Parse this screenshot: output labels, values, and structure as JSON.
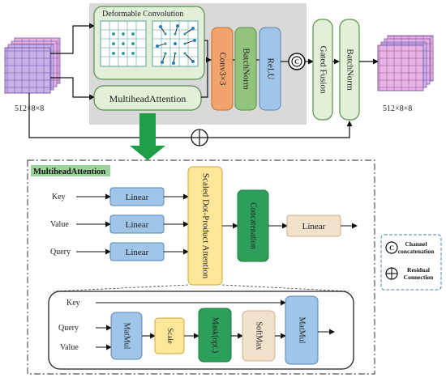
{
  "top": {
    "deformable_title": "Deformable Convolution",
    "mha_block": "MultiheadAttention",
    "conv": "Conv3×3",
    "batchnorm": "BatchNorm",
    "relu": "ReLU",
    "concat_symbol": "C",
    "gated_fusion": "Gated Fusion",
    "batchnorm_out": "BatchNorm",
    "input_dim": "512×8×8",
    "output_dim": "512×8×8"
  },
  "mha": {
    "title": "MultiheadAttention",
    "key": "Key",
    "value": "Value",
    "query": "Query",
    "linear": "Linear",
    "sdpa": "Scaled Dot-Product Attention",
    "concatenation": "Concatenation",
    "linear_out": "Linear"
  },
  "sdpa_detail": {
    "key": "Key",
    "query": "Query",
    "value": "Value",
    "matmul1": "MatMul",
    "scale": "Scale",
    "mask": "Mask(opt.)",
    "softmax": "SoftMax",
    "matmul2": "MatMul"
  },
  "legend": {
    "channel_symbol": "C",
    "channel_line1": "Channel",
    "channel_line2": "concatenation",
    "residual_line1": "Residual",
    "residual_line2": "Connection"
  },
  "colors": {
    "orange": "#f2a36b",
    "green": "#93c47d",
    "blue": "#9fc5e8",
    "light_green": "#e2f0d9",
    "yellow": "#ffe699",
    "dark_green": "#2e9e5b",
    "beige": "#f2e2cc",
    "grey_panel": "#d9d9d9"
  }
}
